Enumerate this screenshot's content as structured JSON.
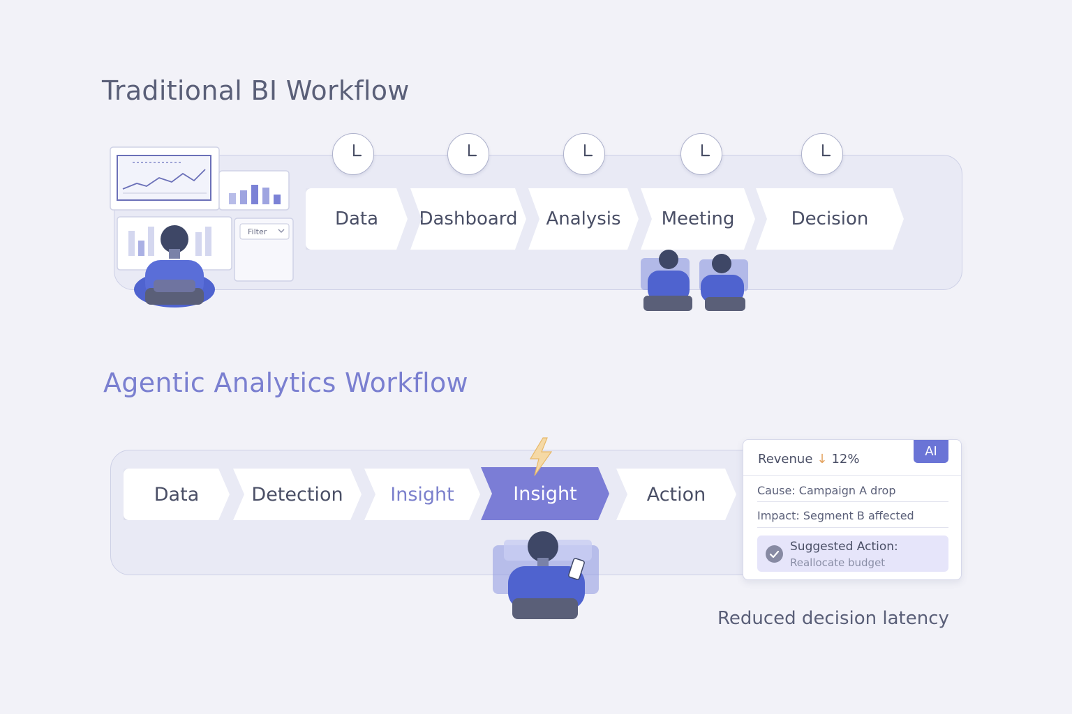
{
  "traditional": {
    "title": "Traditional BI Workflow",
    "steps": [
      "Data",
      "Dashboard",
      "Analysis",
      "Meeting",
      "Decision"
    ],
    "filter_label": "Filter"
  },
  "agentic": {
    "title": "Agentic Analytics Workflow",
    "steps": [
      "Data",
      "Detection",
      "Insight",
      "Insight",
      "Action"
    ]
  },
  "insight_card": {
    "metric": "Revenue",
    "change": "12%",
    "ai_badge": "AI",
    "cause": "Cause: Campaign A drop",
    "impact": "Impact: Segment B affected",
    "action_title": "Suggested Action:",
    "action_detail": "Reallocate budget"
  },
  "caption": "Reduced decision latency",
  "icons": [
    "clock-icon",
    "lightning-icon",
    "down-arrow-icon",
    "check-icon",
    "person-icon",
    "phone-icon"
  ],
  "colors": {
    "accent": "#7b7dd6",
    "ai_badge": "#6a74d6",
    "person": "#5a6ed8",
    "arrow": "#e3a25e"
  }
}
